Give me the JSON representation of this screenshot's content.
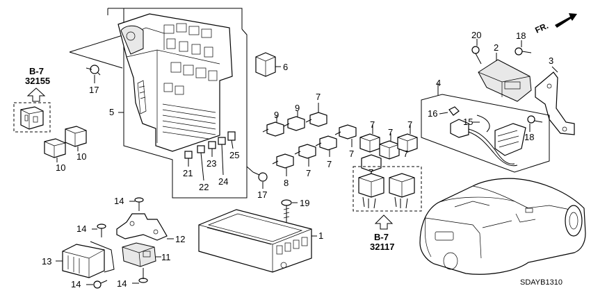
{
  "diagram_code": "SDAYB1310",
  "orientation_label": "FR.",
  "refs": {
    "left": {
      "page": "B-7",
      "code": "32155"
    },
    "bottom": {
      "page": "B-7",
      "code": "32117"
    }
  },
  "callouts": {
    "n1": "1",
    "n2": "2",
    "n3": "3",
    "n4": "4",
    "n5": "5",
    "n6": "6",
    "n7a": "7",
    "n7b": "7",
    "n7c": "7",
    "n7d": "7",
    "n7e": "7",
    "n7f": "7",
    "n7g": "7",
    "n7h": "7",
    "n7i": "7",
    "n8": "8",
    "n9a": "9",
    "n9b": "9",
    "n10a": "10",
    "n10b": "10",
    "n11": "11",
    "n12": "12",
    "n13": "13",
    "n14a": "14",
    "n14b": "14",
    "n14c": "14",
    "n14d": "14",
    "n15": "15",
    "n16": "16",
    "n17a": "17",
    "n17b": "17",
    "n18a": "18",
    "n18b": "18",
    "n19": "19",
    "n20": "20",
    "n21": "21",
    "n22": "22",
    "n23": "23",
    "n24": "24",
    "n25": "25"
  }
}
